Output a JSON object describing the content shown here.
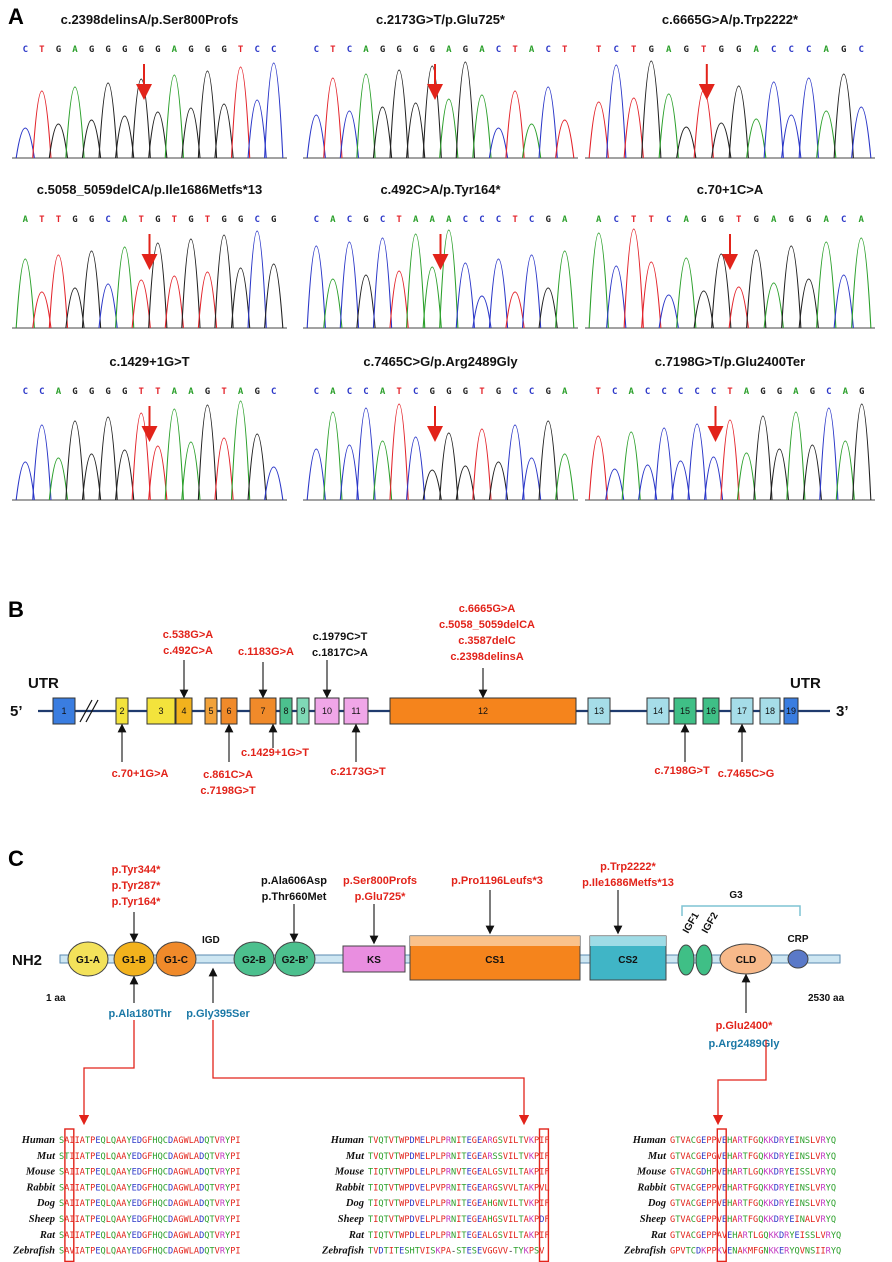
{
  "panelA": {
    "letter": "A",
    "traces": [
      {
        "title": "c.2398delinsA/p.Ser800Profs",
        "bases": "CTGAGGGGGAGGGTCC"
      },
      {
        "title": "c.2173G>T/p.Glu725*",
        "bases": "CTCAGGGGAGACTACT"
      },
      {
        "title": "c.6665G>A/p.Trp2222*",
        "bases": "TCTGAGTGGACCCAGC"
      },
      {
        "title": "c.5058_5059delCA/p.Ile1686Metfs*13",
        "bases": "ATTGGCATGTGTGGCG"
      },
      {
        "title": "c.492C>A/p.Tyr164*",
        "bases": "CACGCTAAACCCTCGA"
      },
      {
        "title": "c.70+1C>A",
        "bases": "ACTTCAGGTGAGGACA"
      },
      {
        "title": "c.1429+1G>T",
        "bases": "CCAGGGGTTAAGTAGC"
      },
      {
        "title": "c.7465C>G/p.Arg2489Gly",
        "bases": "CACCATCGGGTGCCGA"
      },
      {
        "title": "c.7198G>T/p.Glu2400Ter",
        "bases": "TCACCCCCTAGGAGCAG"
      }
    ]
  },
  "panelB": {
    "letter": "B",
    "utr_left": "UTR",
    "utr_right": "UTR",
    "end5": "5’",
    "end3": "3’",
    "exons": [
      "1",
      "2",
      "3",
      "4",
      "5",
      "6",
      "7",
      "8",
      "9",
      "10",
      "11",
      "12",
      "13",
      "14",
      "15",
      "16",
      "17",
      "18",
      "19"
    ],
    "above_ex4": [
      "c.538G>A",
      "c.492C>A"
    ],
    "above_ex7": [
      "c.1183G>A"
    ],
    "above_ex10": [
      "c.1979C>T",
      "c.1817C>A"
    ],
    "above_ex12": [
      "c.6665G>A",
      "c.5058_5059delCA",
      "c.3587delC",
      "c.2398delinsA"
    ],
    "below_ex2": [
      "c.70+1G>A"
    ],
    "below_ex6": [
      "c.861C>A",
      "c.7198G>T"
    ],
    "below_ex7": [
      "c.1429+1G>T"
    ],
    "below_ex11": [
      "c.2173G>T"
    ],
    "below_ex15": [
      "c.7198G>T"
    ],
    "below_ex17": [
      "c.7465C>G"
    ]
  },
  "panelC": {
    "letter": "C",
    "nh2": "NH2",
    "start": "1 aa",
    "end": "2530 aa",
    "igd": "IGD",
    "g3": "G3",
    "domains": {
      "g1a": "G1-A",
      "g1b": "G1-B",
      "g1c": "G1-C",
      "g2b1": "G2-B",
      "g2b2": "G2-B’",
      "ks": "KS",
      "cs1": "CS1",
      "cs2": "CS2",
      "igf1": "IGF1",
      "igf2": "IGF2",
      "cld": "CLD",
      "crp": "CRP"
    },
    "above_g1b": [
      "p.Tyr344*",
      "p.Tyr287*",
      "p.Tyr164*"
    ],
    "above_g2b": [
      "p.Ala606Asp",
      "p.Thr660Met"
    ],
    "above_ks": [
      "p.Ser800Profs",
      "p.Glu725*"
    ],
    "above_cs1": [
      "p.Pro1196Leufs*3"
    ],
    "above_cs2": [
      "p.Trp2222*",
      "p.Ile1686Metfs*13"
    ],
    "below_g1b": "p.Ala180Thr",
    "below_igd": "p.Gly395Ser",
    "below_cld": [
      "p.Glu2400*",
      "p.Arg2489Gly"
    ],
    "species": [
      "Human",
      "Mut",
      "Mouse",
      "Rabbit",
      "Dog",
      "Sheep",
      "Rat",
      "Zebrafish"
    ],
    "align1": [
      "SAIIATPEQLQAAYEDGFHQCDAGWLADQTVRYPI",
      "STIIATPEQLQAAYEDGFHQCDAGWLADQTVRYPI",
      "SAIIATPEQLQAAYEDGFHQCDAGWLADQTVRYPI",
      "SAIIATPEQLQAAYEDGFHQCDAGWLADQTVRYPI",
      "SAIIATPEQLQAAYEDGFHQCDAGWLADQTVRYPI",
      "SAIIATPEQLQAAYEDGFHQCDAGWLADQTVRYPI",
      "SAIIATPEQLQAAYEDGFHQCDAGWLADQTVRYPI",
      "SAVIATPEQLQAAYEDGFHQCDAGWLADQTVRYPI"
    ],
    "align2": [
      "TVQTVTWPDMELPLPRNITEGEARGSVILTVKPIF",
      "TVQTVTWPDMELPLPRNITEGEARSSVILTVKPIF",
      "TIQTVTWPDLELPLPRNVTEGEALGSVILTAKPIF",
      "TIQTVTWPDVELPVPRNITEGEARGSVVLTAKPVL",
      "TIQTVTWPDVELPLPRNITEGEAHGNVILTVKPIF",
      "TIQTVTWPDVELPLPRNITEGEAHGSVILTAKPDF",
      "TIQTVTWPDLELPLPRNITEGEALGSVILTAKPIF",
      "TVDTITESHTVISKPA-STESEVGGVV-TYKPSV"
    ],
    "align3": [
      "GTVACGEPPVEHARTFGQKKDRYEINSLVRYQ",
      "GTVACGEPGVEHARTFGQKKDRYEINSLVRYQ",
      "GTVACGDHPVEHARTLGQKKDRYEISSLVRYQ",
      "GTVACGEPPVEHARTFGQKKDRYEINSLVRYQ",
      "GTVACGEPPVEHARTFGQKKDRYEINSLVRYQ",
      "GTVACGEPPVEHARTFGQKKDRYEINALVRYQ",
      "GTVACGEPPAVEHARTLGQKKDRYEISSLVRYQ",
      "GPVTCDKPPKVENAKMFGNKKERYQVNSIIRYQ"
    ]
  },
  "colors": {
    "red": "#e2231a",
    "blue_label": "#1a78a6",
    "A": "#2ca02c",
    "C": "#2b37c8",
    "G": "#222222",
    "T": "#e3242b"
  }
}
